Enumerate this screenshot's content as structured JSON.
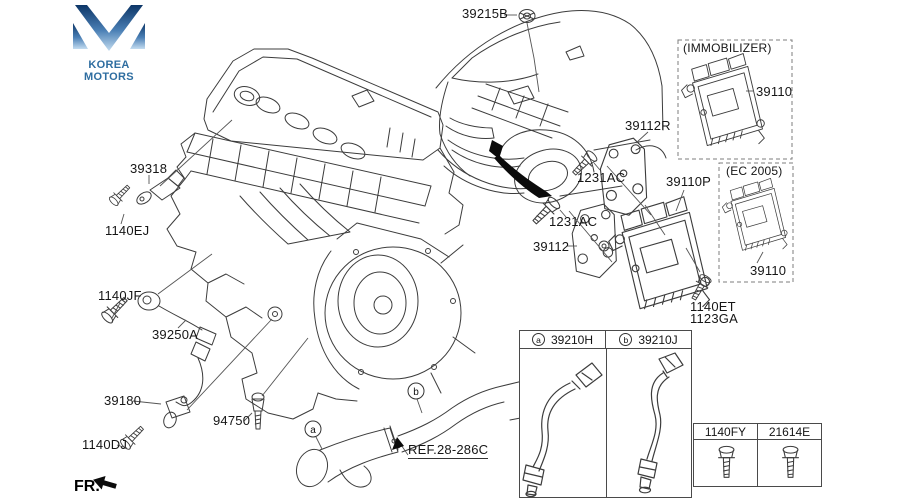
{
  "logo": {
    "text": "KOREA MOTORS"
  },
  "fr_label": "FR.",
  "labels": {
    "grommet": "39215B",
    "bracket_upper": "39112R",
    "bolt_bracket_upper": "1231AC",
    "bolt_bracket_lower": "1231AC",
    "ecu_assembly": "39110P",
    "bracket_lower": "39112",
    "ecu_bolt": "1140ET",
    "ecu_bolt_alt": "1123GA",
    "immobilizer_box": "(IMMOBILIZER)",
    "immobilizer_ecu": "39110",
    "ec2005_box": "(EC 2005)",
    "ec2005_ecu": "39110",
    "camshaft_sensor": "39318",
    "camshaft_bolt": "1140EJ",
    "knock_bolt": "1140JF",
    "knock_sensor": "39250A",
    "crankshaft_sensor": "39180",
    "crankshaft_bolt": "1140DJ",
    "oil_pressure_switch": "94750",
    "exhaust_ref": "REF.28-286C",
    "callout_a": "a",
    "callout_b": "b"
  },
  "tables": {
    "oxygen_sensors": {
      "columns": [
        {
          "badge": "a",
          "part": "39210H"
        },
        {
          "badge": "b",
          "part": "39210J"
        }
      ]
    },
    "bolts": {
      "columns": [
        {
          "part": "1140FY"
        },
        {
          "part": "21614E"
        }
      ]
    }
  },
  "colors": {
    "line": "#3c3c3c",
    "label": "#161616",
    "logo_text": "#2e6da0",
    "logo_gradient_top": "#0d3667",
    "logo_gradient_bottom": "#c3dcf0"
  }
}
